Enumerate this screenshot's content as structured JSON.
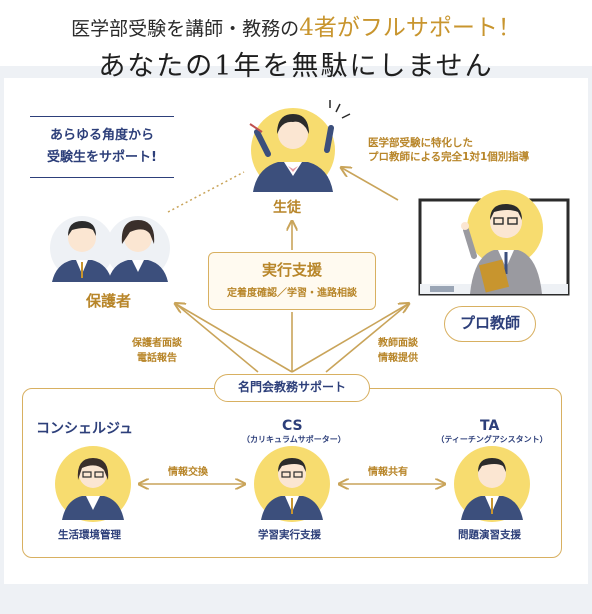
{
  "header": {
    "line1_prefix": "医学部受験を講師・教務の",
    "line1_accent": "4者がフルサポート！",
    "line2": "あなたの1年を無駄にしません"
  },
  "tag": {
    "line1": "あらゆる角度から",
    "line2": "受験生をサポート!"
  },
  "nodes": {
    "student": "生徒",
    "parents": "保護者",
    "pro_teacher": "プロ教師",
    "teacher_note_1": "医学部受験に特化した",
    "teacher_note_2": "プロ教師による完全1対1個別指導"
  },
  "support": {
    "title": "実行支援",
    "subtitle": "定着度確認／学習・進路相談"
  },
  "flows": {
    "parents_1": "保護者面談",
    "parents_2": "電話報告",
    "teacher_1": "教師面談",
    "teacher_2": "情報提供"
  },
  "group": {
    "title": "名門会教務サポート",
    "members": [
      {
        "name": "コンシェルジュ",
        "sub": "",
        "role": "生活環境管理"
      },
      {
        "name": "CS",
        "sub": "（カリキュラムサポーター）",
        "role": "学習実行支援"
      },
      {
        "name": "TA",
        "sub": "（ティーチングアシスタント）",
        "role": "問題演習支援"
      }
    ],
    "link_1": "情報交換",
    "link_2": "情報共有"
  },
  "colors": {
    "gold": "#b8862a",
    "navy": "#2d3f7a",
    "yellow": "#f7dc6f",
    "suit": "#3c4f7c"
  }
}
